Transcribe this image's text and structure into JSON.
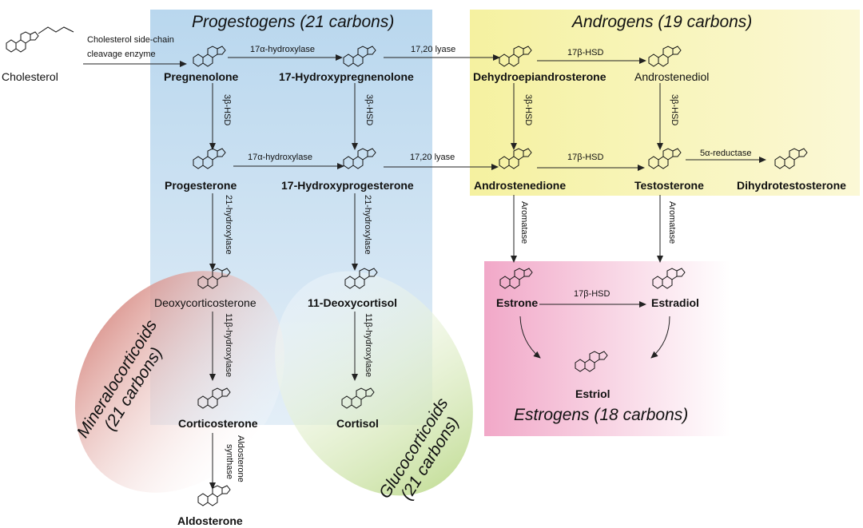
{
  "colors": {
    "progestogen_region": "#b9d7ee",
    "androgen_region": "#f7f3b5",
    "estrogen_region": "#f1a8c8",
    "mineralo_region": "#d98f88",
    "gluco_region": "#c6df9c",
    "arrow": "#222222"
  },
  "regions": {
    "progestogens": "Progestogens (21 carbons)",
    "androgens": "Androgens (19 carbons)",
    "estrogens": "Estrogens (18 carbons)",
    "mineralocorticoids_l1": "Mineralocorticoids",
    "mineralocorticoids_l2": "(21 carbons)",
    "glucocorticoids_l1": "Glucocorticoids",
    "glucocorticoids_l2": "(21 carbons)"
  },
  "compounds": {
    "cholesterol": "Cholesterol",
    "pregnenolone": "Pregnenolone",
    "hydroxypregnenolone": "17-Hydroxypregnenolone",
    "dhea": "Dehydroepiandrosterone",
    "androstenediol": "Androstenediol",
    "progesterone": "Progesterone",
    "hydroxyprogesterone": "17-Hydroxyprogesterone",
    "androstenedione": "Androstenedione",
    "testosterone": "Testosterone",
    "dht": "Dihydrotestosterone",
    "deoxycorticosterone": "Deoxycorticosterone",
    "deoxycortisol": "11-Deoxycortisol",
    "corticosterone": "Corticosterone",
    "cortisol": "Cortisol",
    "aldosterone": "Aldosterone",
    "estrone": "Estrone",
    "estradiol": "Estradiol",
    "estriol": "Estriol"
  },
  "enzymes": {
    "scc_l1": "Cholesterol side-chain",
    "scc_l2": "cleavage enzyme",
    "hydroxylase17_a": "17α-hydroxylase",
    "hydroxylase17_b": "17α-hydroxylase",
    "lyase_a": "17,20 lyase",
    "lyase_b": "17,20 lyase",
    "hsd17_a": "17β-HSD",
    "hsd17_b": "17β-HSD",
    "hsd17_c": "17β-HSD",
    "hsd3_a": "3β-HSD",
    "hsd3_b": "3β-HSD",
    "hsd3_c": "3β-HSD",
    "hsd3_d": "3β-HSD",
    "reductase5a": "5α-reductase",
    "hydroxylase21_a": "21-hydroxylase",
    "hydroxylase21_b": "21-hydroxylase",
    "hydroxylase11_a": "11β-hydroxylase",
    "hydroxylase11_b": "11β-hydroxylase",
    "aldo_synth_l1": "Aldosterone",
    "aldo_synth_l2": "synthase",
    "aromatase_a": "Aromatase",
    "aromatase_b": "Aromatase"
  }
}
